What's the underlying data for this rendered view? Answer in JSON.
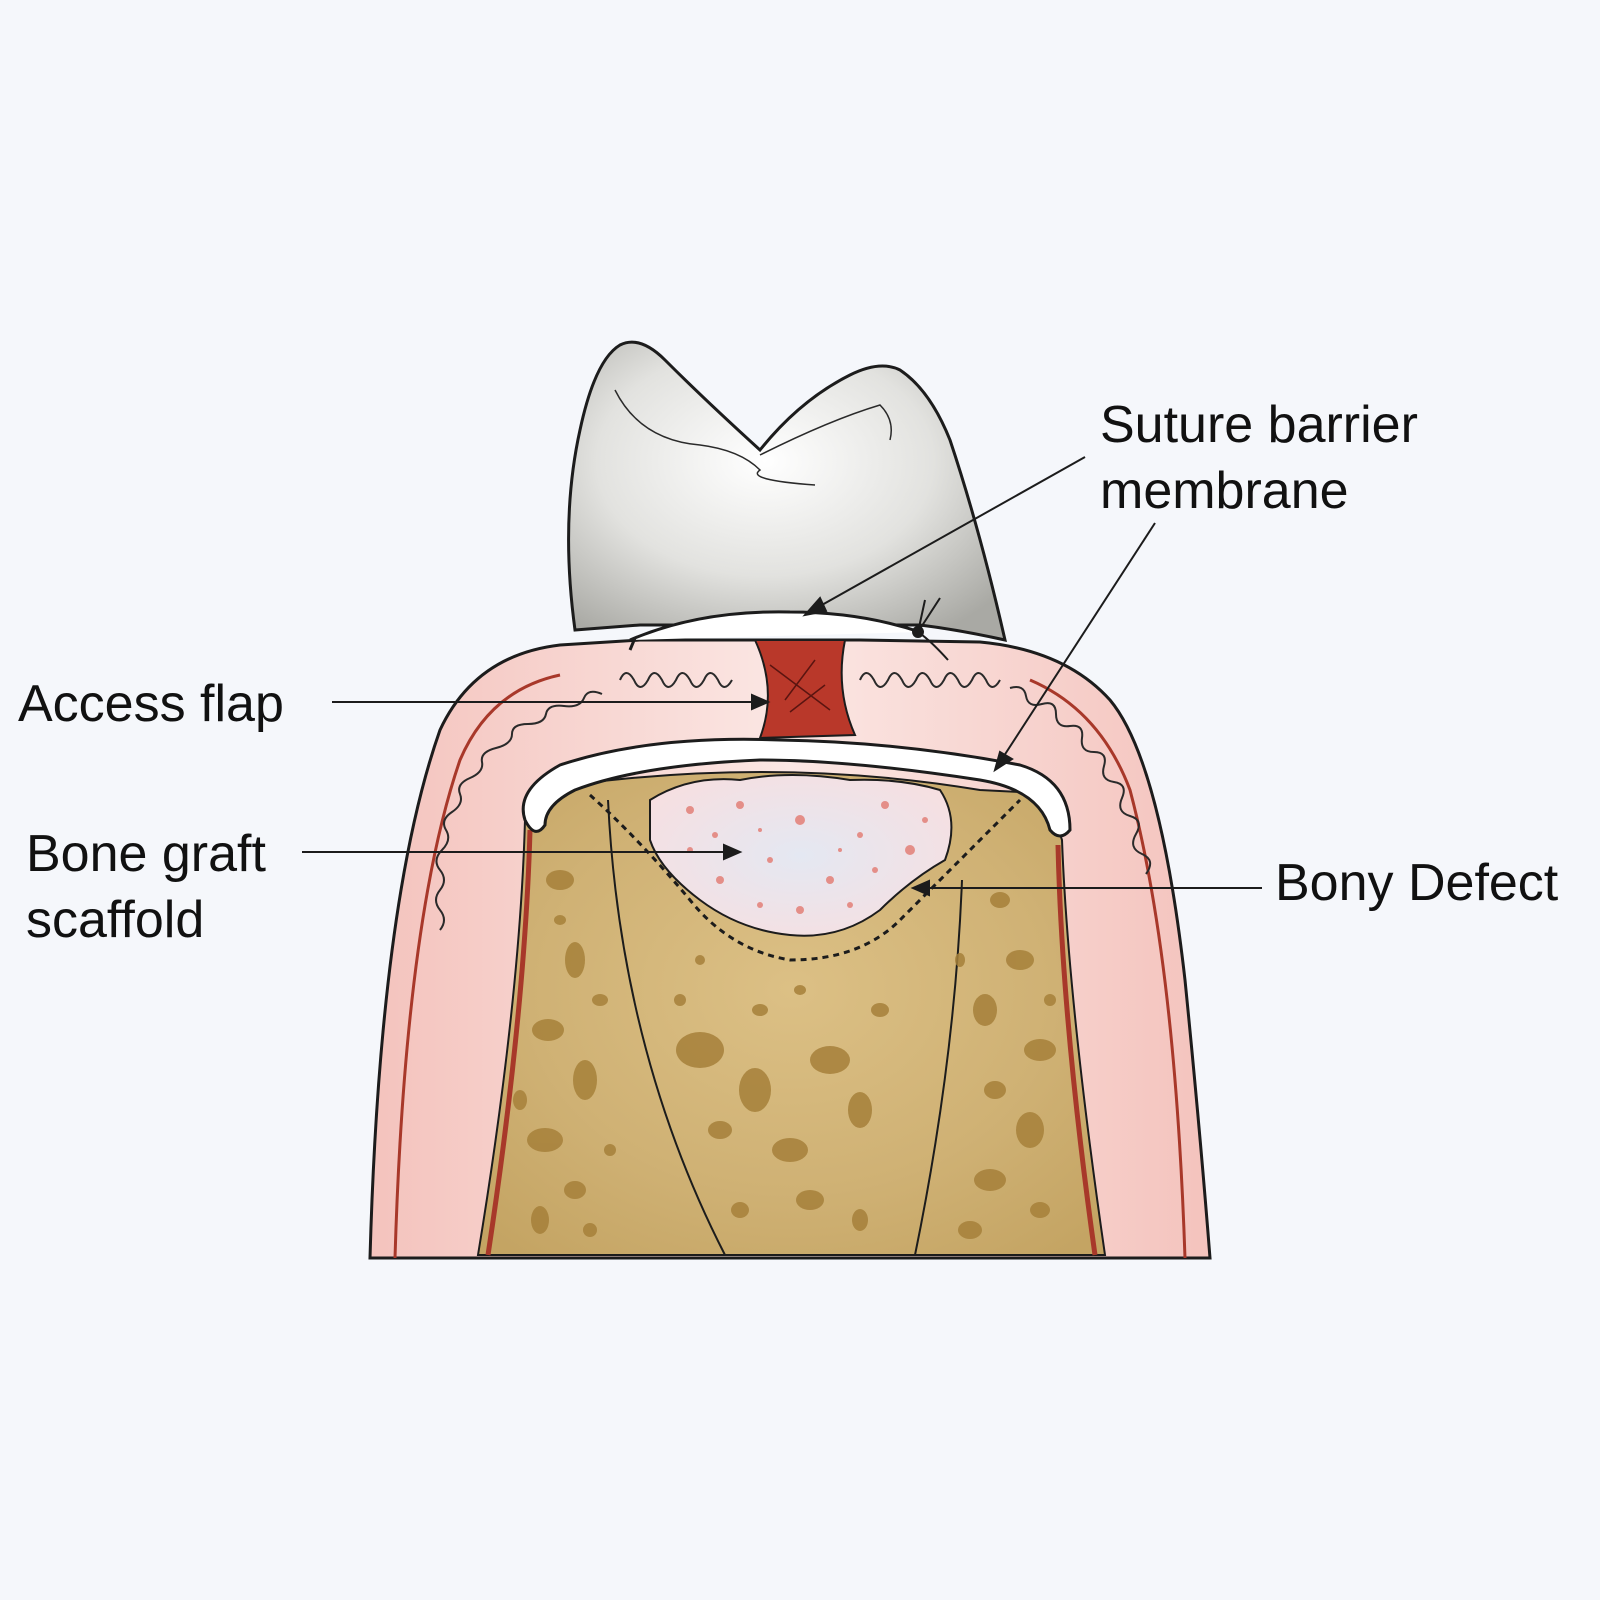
{
  "labels": {
    "suture_line1": "Suture barrier",
    "suture_line2": "membrane",
    "access_flap": "Access flap",
    "bone_graft_line1": "Bone graft",
    "bone_graft_line2": "scaffold",
    "bony_defect": "Bony Defect"
  },
  "colors": {
    "background": "#f5f7fb",
    "tooth": "#d8d8d4",
    "gingiva": "#f2c9c4",
    "gingiva_edge": "#a8382a",
    "bone": "#c9aa6a",
    "bone_pore": "#a6803a",
    "membrane": "#ffffff",
    "flap_red": "#b9382a",
    "graft": "#f1e4e8"
  }
}
